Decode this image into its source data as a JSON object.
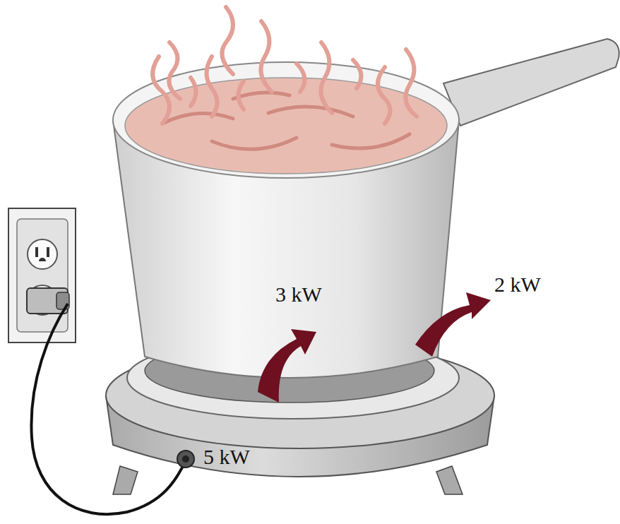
{
  "diagram": {
    "labels": [
      "3 kW",
      "2 kW",
      "5 kW"
    ]
  }
}
